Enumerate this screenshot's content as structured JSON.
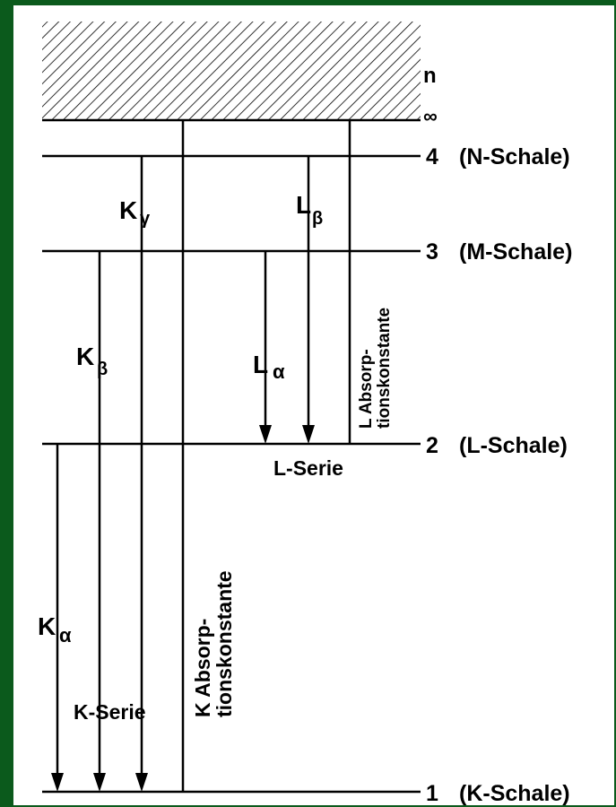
{
  "levels": {
    "n_label": "n",
    "infinity": "∞",
    "n4": {
      "number": "4",
      "shell": "(N-Schale)"
    },
    "n3": {
      "number": "3",
      "shell": "(M-Schale)"
    },
    "n2": {
      "number": "2",
      "shell": "(L-Schale)"
    },
    "n1": {
      "number": "1",
      "shell": "(K-Schale)"
    }
  },
  "transitions": {
    "k_alpha": {
      "main": "K",
      "sub": "α"
    },
    "k_beta": {
      "main": "K",
      "sub": "β"
    },
    "k_gamma": {
      "main": "K",
      "sub": "γ"
    },
    "l_alpha": {
      "main": "L",
      "sub": "α"
    },
    "l_beta": {
      "main": "L",
      "sub": "β"
    }
  },
  "series": {
    "k_series": "K-Serie",
    "l_series": "L-Serie"
  },
  "absorption": {
    "k_line1": "K Absorp-",
    "k_line2": "tionskonstante",
    "l_line1": "L Absorp-",
    "l_line2": "tionskonstante"
  },
  "colors": {
    "background": "#0b5a1c",
    "panel": "#ffffff",
    "ink": "#000000"
  }
}
